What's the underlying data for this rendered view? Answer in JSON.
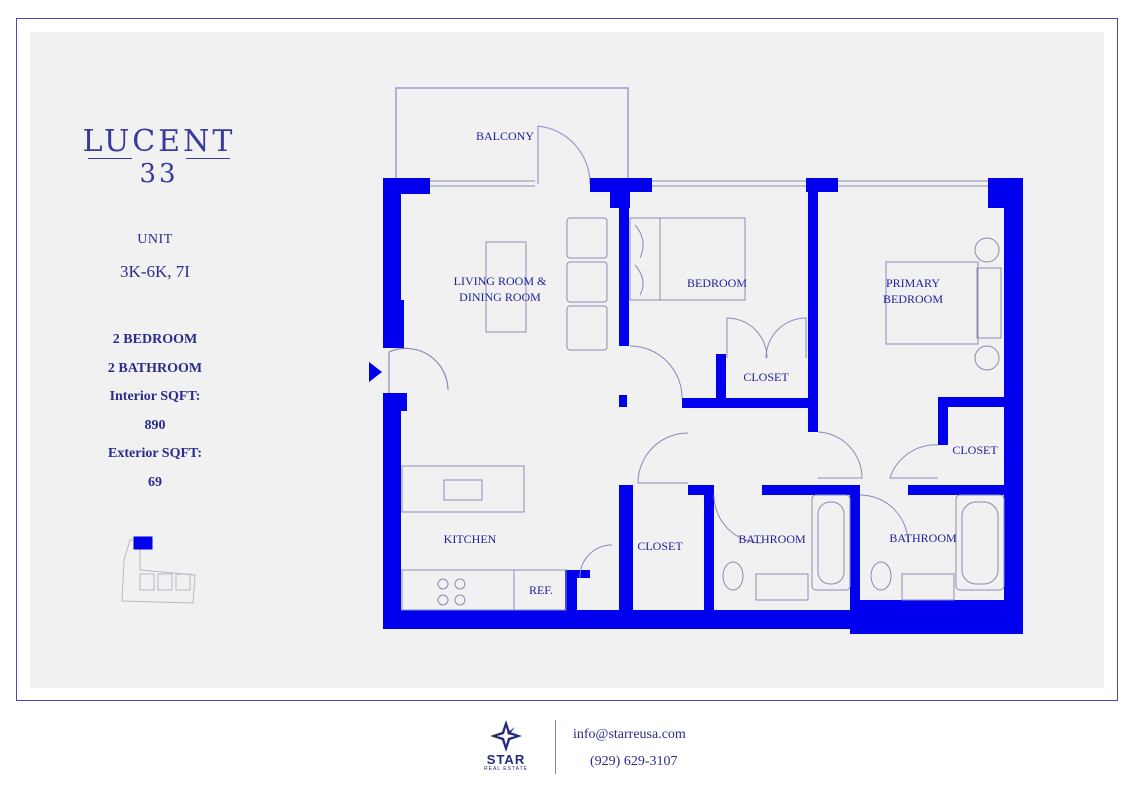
{
  "brand": {
    "name": "LUCENT",
    "number": "33"
  },
  "unit": {
    "label": "UNIT",
    "value": "3K-6K, 7I"
  },
  "specs": {
    "bedrooms": "2 BEDROOM",
    "bathrooms": "2 BATHROOM",
    "interior_label": "Interior SQFT:",
    "interior_value": "890",
    "exterior_label": "Exterior SQFT:",
    "exterior_value": "69"
  },
  "rooms": {
    "balcony": "BALCONY",
    "living_line1": "LIVING ROOM &",
    "living_line2": "DINING ROOM",
    "bedroom": "BEDROOM",
    "primary_line1": "PRIMARY",
    "primary_line2": "BEDROOM",
    "closet_bedroom": "CLOSET",
    "closet_primary": "CLOSET",
    "closet_hall": "CLOSET",
    "kitchen": "KITCHEN",
    "ref": "REF.",
    "bathroom_1": "BATHROOM",
    "bathroom_2": "BATHROOM"
  },
  "colors": {
    "wall": "#0000ee",
    "text": "#2b2b8c",
    "fixture": "#8a8ab8",
    "background": "#f1f1f1"
  },
  "footer": {
    "logo_word": "STAR",
    "logo_sub": "REAL ESTATE",
    "email": "info@starreusa.com",
    "phone": "(929) 629-3107"
  }
}
